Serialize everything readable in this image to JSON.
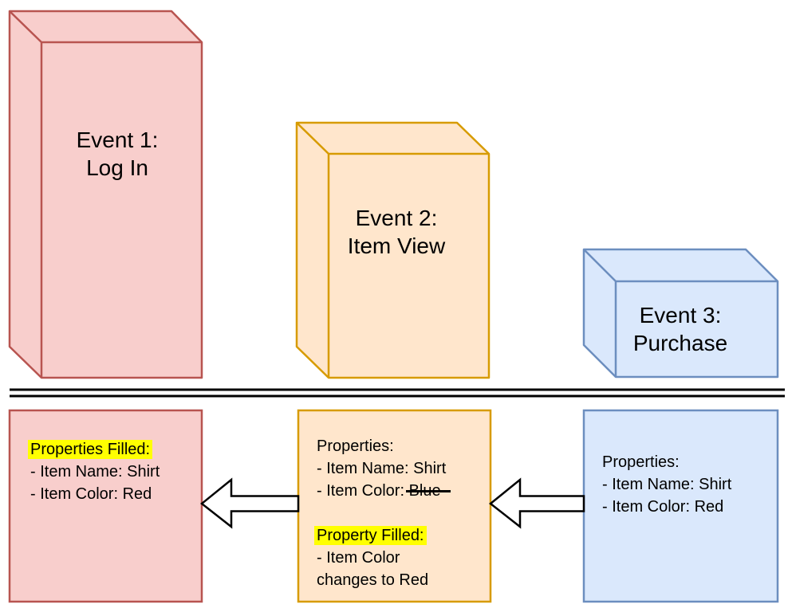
{
  "diagram": {
    "type": "event-funnel-properties-diagram"
  },
  "colors": {
    "canvas_bg": "#ffffff",
    "red_fill": "#f8cecc",
    "red_stroke": "#b85450",
    "orange_fill": "#ffe6cc",
    "orange_stroke": "#d79b00",
    "blue_fill": "#dae8fc",
    "blue_stroke": "#6c8ebf",
    "highlight": "#ffff00",
    "arrow_fill": "#ffffff",
    "line_color": "#000000",
    "text_color": "#000000"
  },
  "events": [
    {
      "label_line1": "Event 1:",
      "label_line2": "Log In"
    },
    {
      "label_line1": "Event 2:",
      "label_line2": "Item View"
    },
    {
      "label_line1": "Event 3:",
      "label_line2": "Purchase"
    }
  ],
  "panels": {
    "red": {
      "highlight_title": "Properties Filled:",
      "lines": [
        "- Item Name: Shirt",
        "- Item Color: Red"
      ]
    },
    "orange": {
      "title": "Properties:",
      "line_item_name": "- Item Name: Shirt",
      "color_line_prefix": "- Item Color: ",
      "color_line_struck": "Blue",
      "highlight_title": "Property Filled:",
      "lines_after": [
        "- Item Color",
        "changes to Red"
      ]
    },
    "blue": {
      "title": "Properties:",
      "lines": [
        "- Item Name: Shirt",
        "- Item Color: Red"
      ]
    }
  }
}
